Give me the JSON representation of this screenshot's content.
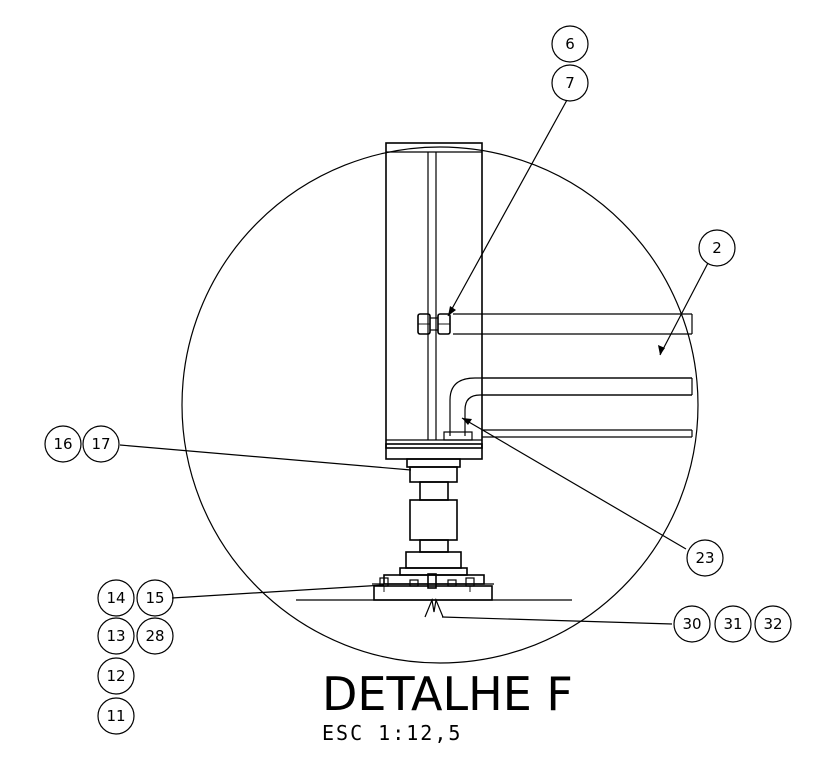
{
  "title": "DETALHE F",
  "scale": "ESC  1:12,5",
  "balloons": [
    {
      "id": "b6",
      "label": "6"
    },
    {
      "id": "b7",
      "label": "7"
    },
    {
      "id": "b2",
      "label": "2"
    },
    {
      "id": "b16",
      "label": "16"
    },
    {
      "id": "b17",
      "label": "17"
    },
    {
      "id": "b23",
      "label": "23"
    },
    {
      "id": "b14",
      "label": "14"
    },
    {
      "id": "b15",
      "label": "15"
    },
    {
      "id": "b13",
      "label": "13"
    },
    {
      "id": "b28",
      "label": "28"
    },
    {
      "id": "b12",
      "label": "12"
    },
    {
      "id": "b11",
      "label": "11"
    },
    {
      "id": "b30",
      "label": "30"
    },
    {
      "id": "b31",
      "label": "31"
    },
    {
      "id": "b32",
      "label": "32"
    }
  ]
}
